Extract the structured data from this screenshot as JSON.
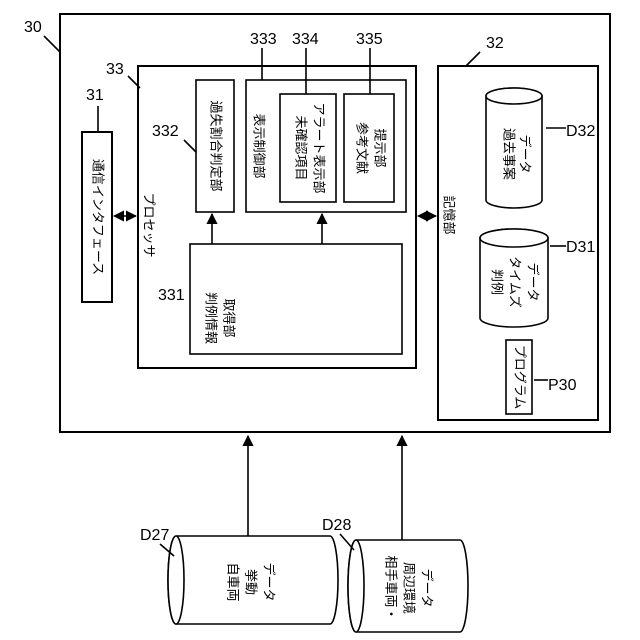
{
  "refs": {
    "system": "30",
    "comm_if": "31",
    "storage": "32",
    "processor": "33",
    "case_info_acq": "331",
    "fault_ratio": "332",
    "display_ctrl": "333",
    "alert_display": "334",
    "reference_present": "335",
    "past_cases": "D32",
    "case_timestamps": "D31",
    "program": "P30",
    "own_vehicle_data": "D27",
    "other_vehicle_data": "D28"
  },
  "labels": {
    "comm_if": "通信インタフェース",
    "processor": "プロセッサ",
    "storage": "記憶部",
    "case_info_acq": [
      "判例情報",
      "取得部"
    ],
    "fault_ratio": "過失割合判定部",
    "display_ctrl": "表示制御部",
    "alert_display": [
      "未確認項目",
      "アラート表示部"
    ],
    "reference_present": [
      "参考文献",
      "提示部"
    ],
    "past_cases": [
      "過去事案",
      "データ"
    ],
    "case_timestamps": [
      "判例",
      "タイムズ",
      "データ"
    ],
    "program": "プログラム",
    "own_vehicle_data": [
      "自車両",
      "挙動",
      "データ"
    ],
    "other_vehicle_data": [
      "相手車両・",
      "周辺環境",
      "データ"
    ]
  }
}
